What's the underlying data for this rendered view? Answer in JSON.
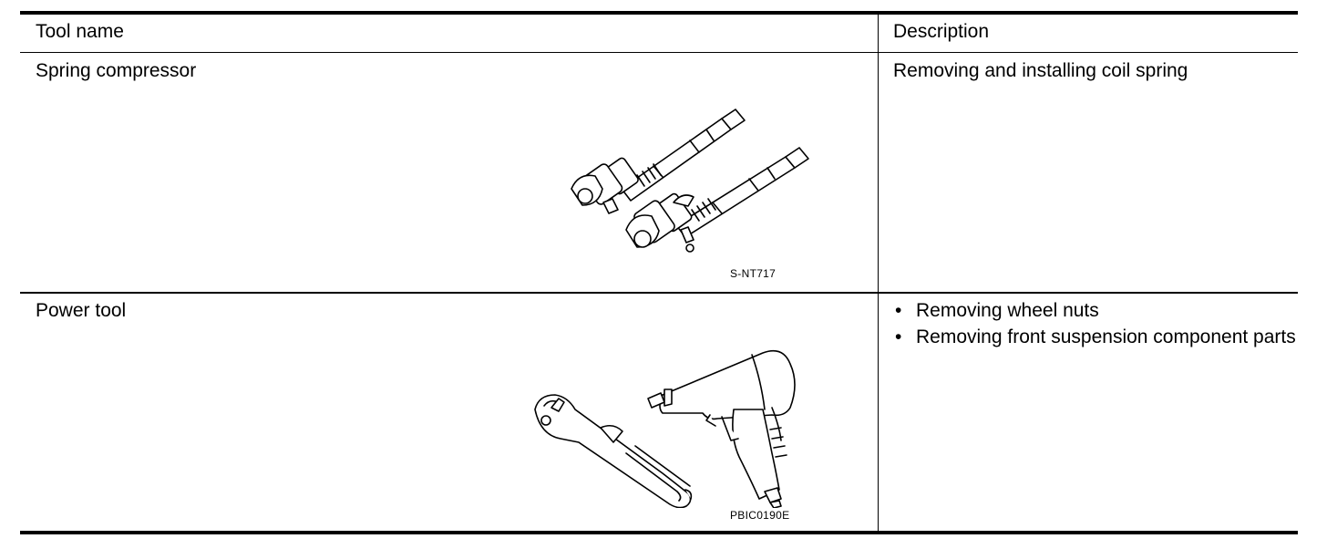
{
  "table": {
    "headers": [
      "Tool name",
      "Description"
    ],
    "rows": [
      {
        "tool_name": "Spring compressor",
        "description": "Removing and installing coil spring",
        "figure_code": "S-NT717",
        "figure_icon": "spring-compressor-drawing"
      },
      {
        "tool_name": "Power tool",
        "description_items": [
          "Removing wheel nuts",
          "Removing front suspension component parts"
        ],
        "figure_code": "PBIC0190E",
        "figure_icon": "air-ratchet-and-impact-wrench-drawing"
      }
    ]
  }
}
